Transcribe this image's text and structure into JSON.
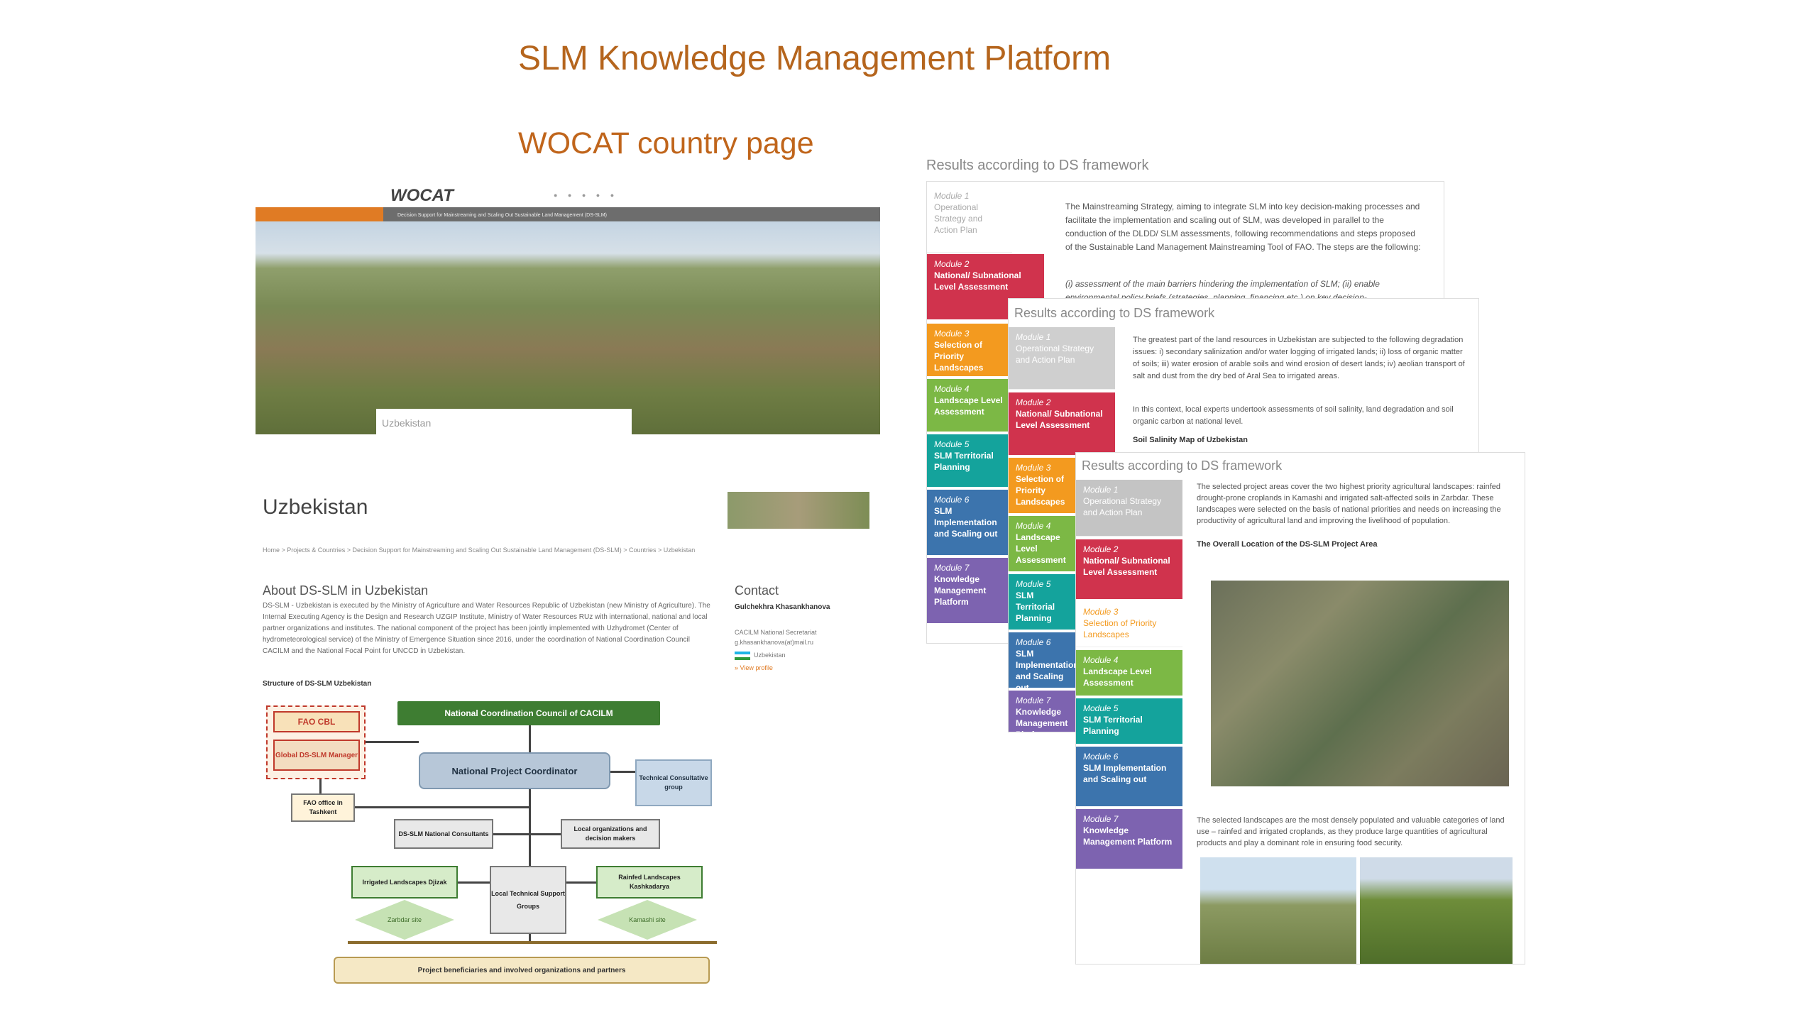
{
  "slide": {
    "title": "SLM Knowledge Management Platform",
    "subtitle": "WOCAT country page"
  },
  "wocat_page": {
    "logo": "WOCAT",
    "nav_text": "Decision Support for Mainstreaming and Scaling Out Sustainable Land Management (DS-SLM)",
    "hero_tab_label": "Uzbekistan",
    "page_title": "Uzbekistan",
    "breadcrumb": "Home  >  Projects & Countries  >  Decision Support for Mainstreaming and Scaling Out Sustainable Land Management (DS-SLM)  >  Countries  >  Uzbekistan",
    "about_title": "About DS-SLM in Uzbekistan",
    "about_text": "DS-SLM - Uzbekistan is executed by the Ministry of Agriculture and Water Resources Republic of Uzbekistan (new Ministry of Agriculture). The Internal Executing Agency is the Design and Research UZGIP Institute, Ministry of Water Resources RUz with international, national and local partner organizations and institutes. The national component of the project has been jointly implemented with Uzhydromet (Center of hydrometeorological service) of the Ministry of Emergence Situation since 2016, under the coordination of National Coordination Council CACILM and the National Focal Point for UNCCD in Uzbekistan.",
    "contact_title": "Contact",
    "contact_name": "Gulchekhra Khasankhanova",
    "contact_line1": "CACILM National Secretariat",
    "contact_line2": "g.khasankhanova(at)mail.ru",
    "contact_country": "Uzbekistan",
    "contact_link": "» View profile",
    "structure_title": "Structure of DS-SLM Uzbekistan",
    "org": {
      "ncc": "National Coordination Council of CACILM",
      "fao_cbl": "FAO CBL",
      "global": "Global DS-SLM Manager",
      "npc": "National Project Coordinator",
      "tech": "Technical Consultative group",
      "fao_office": "FAO office in Tashkent",
      "national": "DS-SLM National Consultants",
      "local_org": "Local organizations and decision makers",
      "irrigated": "Irrigated Landscapes Djizak",
      "ltsg": "Local Technical Support Groups",
      "rainfed": "Rainfed Landscapes Kashkadarya",
      "zarbdar": "Zarbdar site",
      "kamashi": "Kamashi site",
      "beneficiaries": "Project beneficiaries and involved organizations and partners"
    }
  },
  "ds_panels": {
    "header": "Results according to DS framework",
    "modules": [
      {
        "num": "Module 1",
        "name": "Operational Strategy and Action Plan",
        "color": "#bbbbbb"
      },
      {
        "num": "Module 2",
        "name": "National/ Subnational Level Assessment",
        "color": "#d0334d"
      },
      {
        "num": "Module 3",
        "name": "Selection of Priority Landscapes",
        "color": "#f39a1f"
      },
      {
        "num": "Module 4",
        "name": "Landscape Level Assessment",
        "color": "#7cb845"
      },
      {
        "num": "Module 5",
        "name": "SLM Territorial Planning",
        "color": "#14a39c"
      },
      {
        "num": "Module 6",
        "name": "SLM Implementation and Scaling out",
        "color": "#3c74ad"
      },
      {
        "num": "Module 7",
        "name": "Knowledge Management Platform",
        "color": "#7d63b0"
      }
    ],
    "panel1_text": "The Mainstreaming Strategy, aiming to integrate SLM into key decision-making processes and facilitate the implementation and scaling out of SLM, was developed in parallel to the conduction of the DLDD/ SLM assessments, following recommendations and steps proposed of the Sustainable Land Management Mainstreaming Tool of FAO. The steps are the following:",
    "panel1_italic": "(i) assessment of the main barriers hindering the implementation of SLM; (ii) enable environmental policy briefs (strategies, planning, financing etc.) on key decision-",
    "panel2_text": "The greatest part of the land resources in Uzbekistan are subjected to the following degradation issues: i) secondary salinization and/or water logging of irrigated lands; ii) loss of organic matter of soils; iii) water erosion of arable soils and wind erosion of desert lands; iv) aeolian transport of salt and dust from the dry bed of Aral Sea to irrigated areas.",
    "panel2_text2": "In this context, local experts undertook assessments of soil salinity, land degradation and soil organic carbon at national level.",
    "panel2_bold": "Soil Salinity Map of Uzbekistan",
    "panel3_text": "The selected project areas cover the two highest priority agricultural landscapes: rainfed drought-prone croplands in Kamashi and irrigated salt-affected soils in Zarbdar. These landscapes were selected on the basis of national priorities and needs on increasing the productivity of agricultural land and improving the livelihood of population.",
    "panel3_bold": "The Overall Location of the DS-SLM Project Area",
    "panel3_text2": "The selected landscapes are the most densely populated and valuable categories of land use – rainfed and irrigated croplands, as they produce large quantities of agricultural products and play a dominant role in ensuring food security."
  }
}
